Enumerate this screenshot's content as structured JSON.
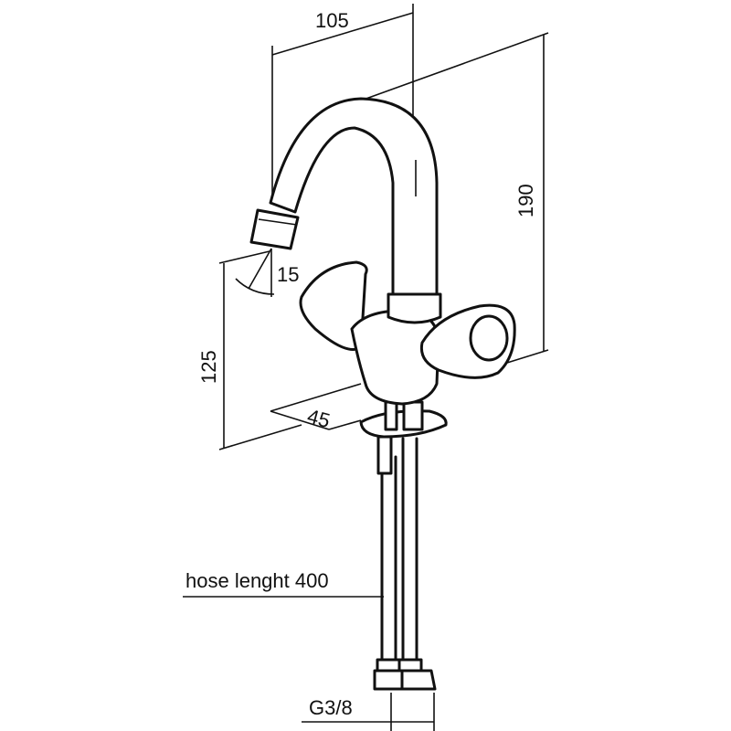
{
  "dimensions": {
    "width_reach": "105",
    "height_total": "190",
    "spout_angle": "15",
    "spout_clearance": "125",
    "handle_angle": "45",
    "hose_length_label": "hose lenght 400",
    "connection_thread": "G3/8"
  }
}
